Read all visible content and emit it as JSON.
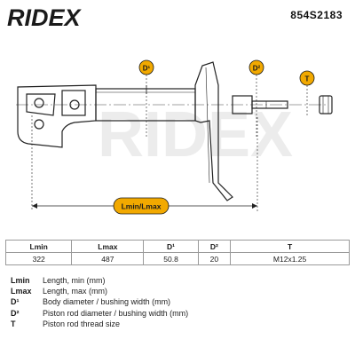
{
  "brand": {
    "logo_text": "RIDEX",
    "part_number": "854S2183"
  },
  "diagram": {
    "callouts": {
      "d1": "D¹",
      "d2": "D²",
      "t": "T"
    },
    "length_label": "Lmin/Lmax"
  },
  "specs": {
    "headers": [
      "Lmin",
      "Lmax",
      "D¹",
      "D²",
      "T"
    ],
    "values": [
      "322",
      "487",
      "50.8",
      "20",
      "M12x1.25"
    ]
  },
  "legend": [
    {
      "key": "Lmin",
      "desc": "Length, min (mm)"
    },
    {
      "key": "Lmax",
      "desc": "Length, max (mm)"
    },
    {
      "key": "D¹",
      "desc": "Body diameter / bushing width (mm)"
    },
    {
      "key": "D²",
      "desc": "Piston rod diameter / bushing width (mm)"
    },
    {
      "key": "T",
      "desc": "Piston rod thread size"
    }
  ],
  "colors": {
    "brand": "#1a1a1a",
    "callout_bg": "#f2a900",
    "watermark": "#ececec"
  }
}
